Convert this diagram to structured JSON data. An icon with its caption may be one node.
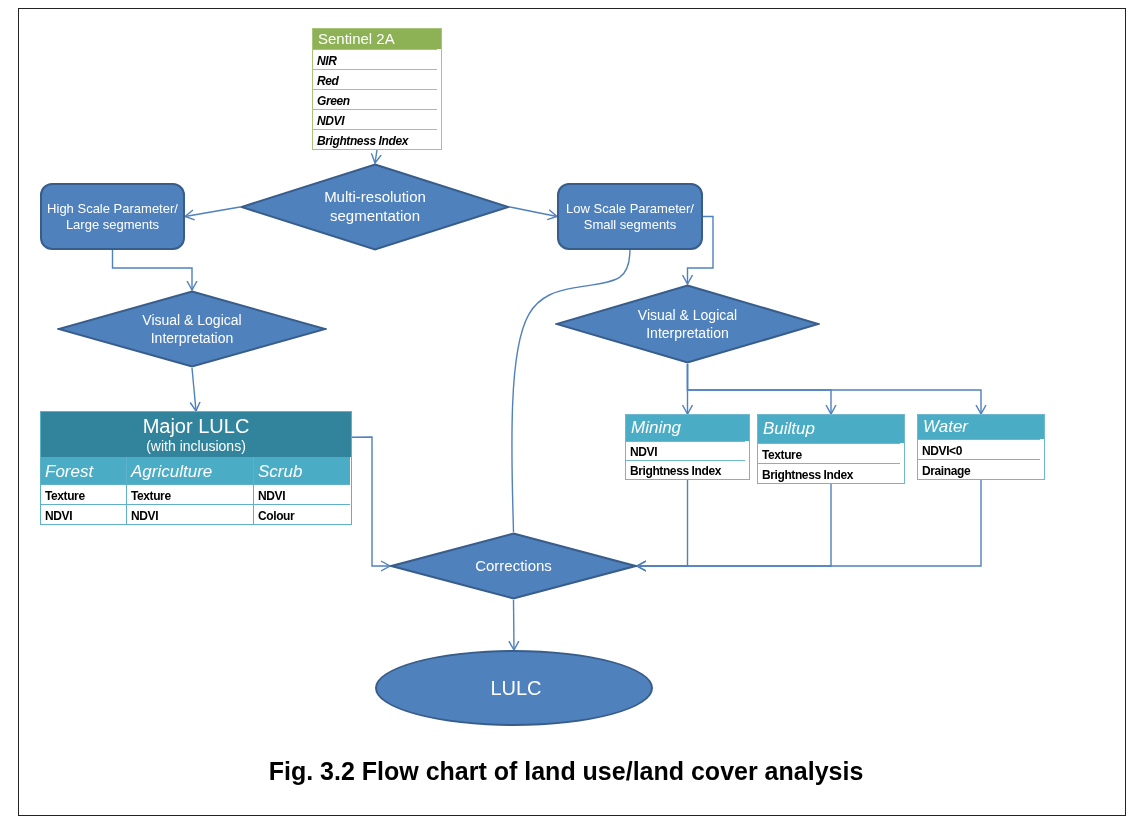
{
  "diagram": {
    "caption": "Fig. 3.2 Flow chart of land use/land cover analysis",
    "nodes": [
      {
        "text": [
          "Sentinel 2A",
          "NIR",
          "Red",
          "Green",
          "NDVI",
          "Brightness Index"
        ]
      },
      {
        "text": [
          "Multi-resolution segmentation"
        ]
      },
      {
        "text": [
          "High Scale Parameter/ Large segments"
        ]
      },
      {
        "text": [
          "Low Scale Parameter/ Small segments"
        ]
      },
      {
        "text": [
          "Visual & Logical Interpretation"
        ]
      },
      {
        "text": [
          "Visual & Logical Interpretation"
        ]
      },
      {
        "text": [
          "Major LULC",
          "(with inclusions)",
          "Forest",
          "Agriculture",
          "Scrub",
          "Texture",
          "Texture",
          "NDVI",
          "NDVI",
          "NDVI",
          "Colour"
        ]
      },
      {
        "text": [
          "Mining",
          "NDVI",
          "Brightness Index"
        ]
      },
      {
        "text": [
          "Builtup",
          "Texture",
          "Brightness Index"
        ]
      },
      {
        "text": [
          "Water",
          "NDVI<0",
          "Drainage"
        ]
      },
      {
        "text": [
          "Corrections"
        ]
      },
      {
        "text": [
          "LULC"
        ]
      }
    ],
    "edges": [
      {
        "from": 0,
        "to": 1,
        "arrow": "to"
      },
      {
        "from": 1,
        "to": 2,
        "arrow": "to"
      },
      {
        "from": 1,
        "to": 3,
        "arrow": "to"
      },
      {
        "from": 2,
        "to": 4,
        "arrow": "to"
      },
      {
        "from": 3,
        "to": 5,
        "arrow": "to"
      },
      {
        "from": 3,
        "to": 10,
        "arrow": "none"
      },
      {
        "from": 4,
        "to": 6,
        "arrow": "to"
      },
      {
        "from": 5,
        "to": 7,
        "arrow": "to"
      },
      {
        "from": 5,
        "to": 8,
        "arrow": "to"
      },
      {
        "from": 5,
        "to": 9,
        "arrow": "to"
      },
      {
        "from": 6,
        "to": 10,
        "arrow": "to"
      },
      {
        "from": 7,
        "to": 10,
        "arrow": "to"
      },
      {
        "from": 8,
        "to": 10,
        "arrow": "to"
      },
      {
        "from": 9,
        "to": 10,
        "arrow": "to"
      },
      {
        "from": 10,
        "to": 11,
        "arrow": "to"
      }
    ]
  }
}
